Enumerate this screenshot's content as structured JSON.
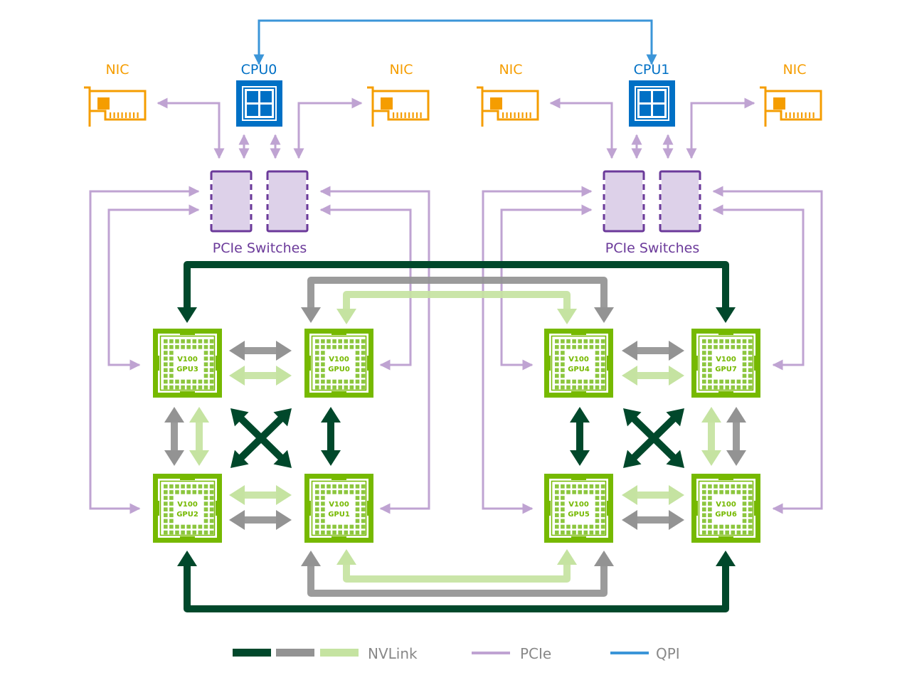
{
  "diagram": {
    "colors": {
      "nvlink_dark": "#00482b",
      "nvlink_gray": "#939393",
      "nvlink_light": "#c5e3a1",
      "pcie": "#bfa3d2",
      "qpi": "#3b95d8",
      "nic": "#f59d00",
      "cpu": "#0070c5",
      "switch_fill": "#ddd1e9",
      "switch_stroke": "#6b3a9a",
      "gpu": "#76b900",
      "gpu_dot": "#8cc63e"
    },
    "nics": [
      {
        "label": "NIC",
        "id": "nic-0"
      },
      {
        "label": "NIC",
        "id": "nic-1"
      },
      {
        "label": "NIC",
        "id": "nic-2"
      },
      {
        "label": "NIC",
        "id": "nic-3"
      }
    ],
    "cpus": [
      {
        "label": "CPU0",
        "id": "cpu-0"
      },
      {
        "label": "CPU1",
        "id": "cpu-1"
      }
    ],
    "switch_groups": [
      {
        "label": "PCIe Switches",
        "id": "pcie-switches-0"
      },
      {
        "label": "PCIe Switches",
        "id": "pcie-switches-1"
      }
    ],
    "gpus": [
      {
        "model": "V100",
        "name": "GPU3",
        "id": "gpu-3"
      },
      {
        "model": "V100",
        "name": "GPU0",
        "id": "gpu-0"
      },
      {
        "model": "V100",
        "name": "GPU2",
        "id": "gpu-2"
      },
      {
        "model": "V100",
        "name": "GPU1",
        "id": "gpu-1"
      },
      {
        "model": "V100",
        "name": "GPU4",
        "id": "gpu-4"
      },
      {
        "model": "V100",
        "name": "GPU7",
        "id": "gpu-7"
      },
      {
        "model": "V100",
        "name": "GPU5",
        "id": "gpu-5"
      },
      {
        "model": "V100",
        "name": "GPU6",
        "id": "gpu-6"
      }
    ],
    "links": {
      "qpi": [
        [
          "CPU0",
          "CPU1"
        ]
      ],
      "nvlink": [
        [
          "GPU3",
          "GPU0",
          "gray"
        ],
        [
          "GPU3",
          "GPU0",
          "light"
        ],
        [
          "GPU2",
          "GPU1",
          "light"
        ],
        [
          "GPU2",
          "GPU1",
          "gray"
        ],
        [
          "GPU3",
          "GPU2",
          "gray"
        ],
        [
          "GPU3",
          "GPU2",
          "light"
        ],
        [
          "GPU0",
          "GPU1",
          "dark"
        ],
        [
          "GPU3",
          "GPU1",
          "dark"
        ],
        [
          "GPU0",
          "GPU2",
          "dark"
        ],
        [
          "GPU4",
          "GPU7",
          "gray"
        ],
        [
          "GPU4",
          "GPU7",
          "light"
        ],
        [
          "GPU5",
          "GPU6",
          "light"
        ],
        [
          "GPU5",
          "GPU6",
          "gray"
        ],
        [
          "GPU4",
          "GPU5",
          "dark"
        ],
        [
          "GPU7",
          "GPU6",
          "light"
        ],
        [
          "GPU7",
          "GPU6",
          "gray"
        ],
        [
          "GPU4",
          "GPU6",
          "dark"
        ],
        [
          "GPU7",
          "GPU5",
          "dark"
        ],
        [
          "GPU3",
          "GPU7",
          "dark"
        ],
        [
          "GPU0",
          "GPU4",
          "gray"
        ],
        [
          "GPU0",
          "GPU4",
          "light"
        ],
        [
          "GPU2",
          "GPU6",
          "dark"
        ],
        [
          "GPU1",
          "GPU5",
          "gray"
        ],
        [
          "GPU1",
          "GPU5",
          "light"
        ]
      ]
    },
    "legend": {
      "nvlink_label": "NVLink",
      "pcie_label": "PCIe",
      "qpi_label": "QPI"
    }
  }
}
